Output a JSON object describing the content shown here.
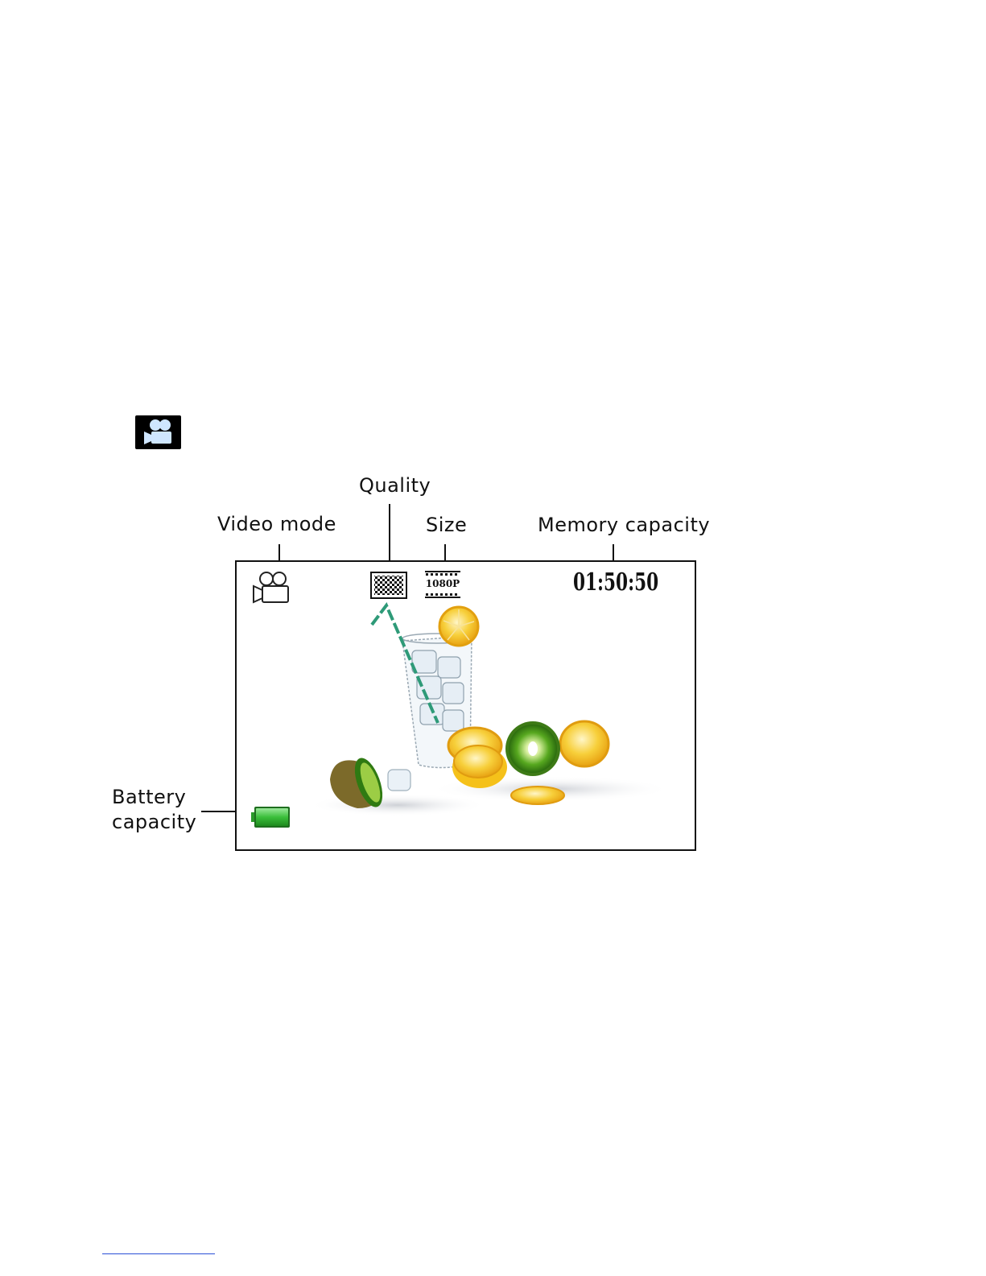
{
  "labels": {
    "quality": "Quality",
    "video_mode": "Video mode",
    "size": "Size",
    "memory_capacity": "Memory capacity",
    "battery_line1": "Battery",
    "battery_line2": "capacity"
  },
  "screen": {
    "size_badge": "1080P",
    "remaining_time": "01:50:50",
    "battery_level": 1.0
  },
  "icons": {
    "header_icon": "video-camera-icon",
    "video_mode_icon": "video-camera-outline-icon",
    "quality_icon": "quality-checker-icon",
    "size_icon": "resolution-film-icon",
    "battery_icon": "battery-icon"
  },
  "colors": {
    "battery_green": "#3bbf3b",
    "icon_blue": "#cfe6ff",
    "straw": "#2e9a78",
    "lemon": "#f6c21c",
    "kiwi": "#4a9a1c"
  }
}
